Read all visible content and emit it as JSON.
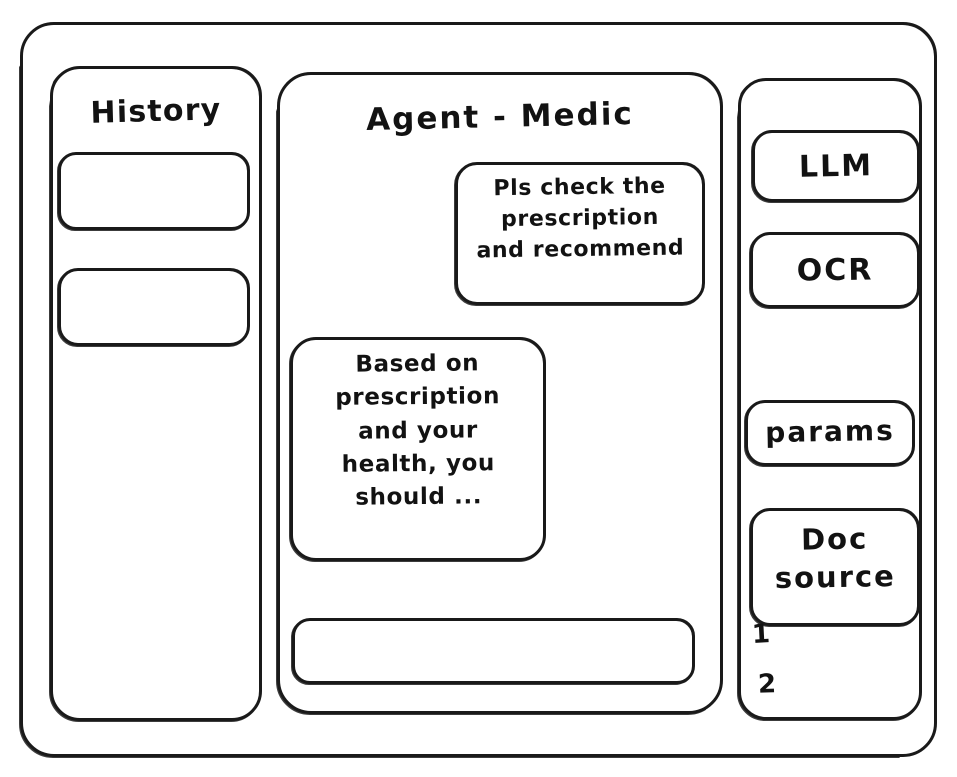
{
  "window": {
    "frame_name": "app-window"
  },
  "sidebar_left": {
    "title": "History",
    "items": [
      {
        "label": ""
      },
      {
        "label": ""
      }
    ]
  },
  "main": {
    "title": "Agent - Medic",
    "messages": [
      {
        "role": "user",
        "text": "Pls check the\nprescription\nand recommend"
      },
      {
        "role": "assistant",
        "text": "Based on\nprescription\nand your\nhealth, you\nshould ..."
      }
    ],
    "composer": {
      "value": "",
      "placeholder": ""
    }
  },
  "sidebar_right": {
    "tools": [
      {
        "label": "LLM"
      },
      {
        "label": "OCR"
      },
      {
        "label": "params"
      },
      {
        "label": "Doc\nsource"
      }
    ],
    "doc_sources": [
      {
        "index": "1"
      },
      {
        "index": "2"
      }
    ]
  },
  "colors": {
    "stroke": "#1a1a1a",
    "text": "#121212",
    "background": "#ffffff"
  }
}
